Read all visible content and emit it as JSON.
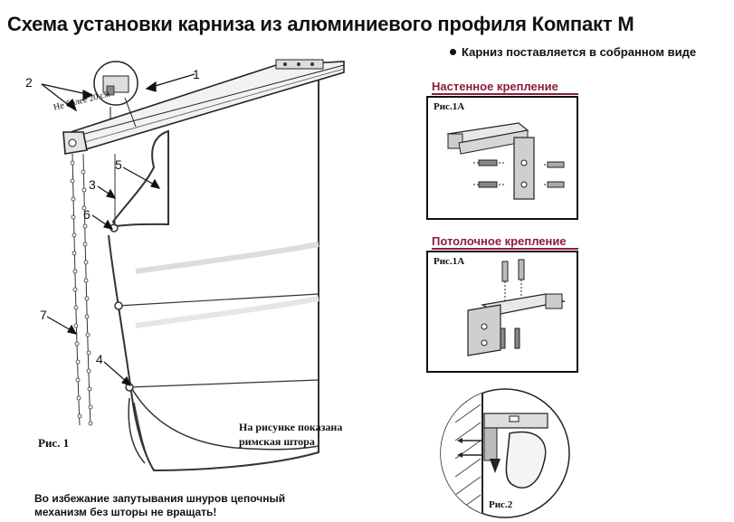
{
  "title": "Схема установки карниза из алюминиевого профиля Компакт М",
  "note": "Карниз поставляется в собранном виде",
  "wall_mount": {
    "heading": "Настенное крепление",
    "fig": "Рис.1А"
  },
  "ceiling_mount": {
    "heading": "Потолочное крепление",
    "fig": "Рис.1А"
  },
  "fig2": "Рис.2",
  "main_figure": {
    "label": "Рис. 1",
    "caption_line1": "На рисунке показана",
    "caption_line2": "римская штора",
    "dimension": "Не более 20 см",
    "callouts": [
      "1",
      "2",
      "3",
      "4",
      "5",
      "6",
      "7"
    ]
  },
  "warning": {
    "line1": "Во избежание запутывания шнуров цепочный",
    "line2": "механизм без шторы не вращать!"
  }
}
